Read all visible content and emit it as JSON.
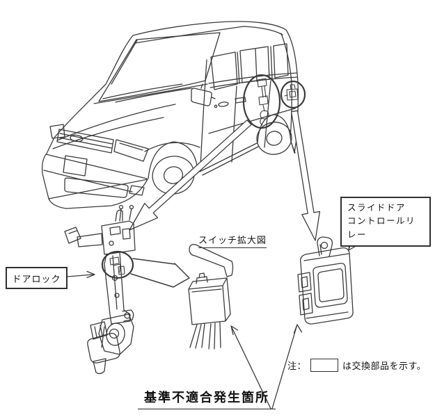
{
  "labels": {
    "door_lock": "ドアロック",
    "switch_enlarged_view": "スイッチ拡大図",
    "slide_door_relay_line1": "スライドドア",
    "slide_door_relay_line2": "コントロールリレー",
    "note_prefix": "注：",
    "note_suffix": "は交換部品を示す。",
    "title": "基準不適合発生箇所"
  },
  "colors": {
    "background": "#ffffff",
    "line": "#3a3a3a",
    "text": "#111111"
  }
}
